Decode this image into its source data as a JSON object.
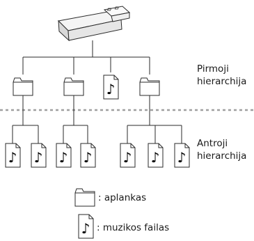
{
  "level_labels": {
    "first_line1": "Pirmoji",
    "first_line2": "hierarchija",
    "second_line1": "Antroji",
    "second_line2": "hierarchija"
  },
  "legend": {
    "folder_text": ": aplankas",
    "music_text": ": muzikos failas"
  },
  "tree": {
    "root": "usb-drive",
    "level1": [
      "folder",
      "folder",
      "music-file",
      "folder"
    ],
    "level2": {
      "folder_1": [
        "music-file",
        "music-file"
      ],
      "folder_2": [
        "music-file",
        "music-file"
      ],
      "folder_3": [
        "music-file",
        "music-file",
        "music-file"
      ]
    }
  },
  "colors": {
    "line": "#2a2a2a",
    "divider": "#a0a0a0",
    "usb_body": "#e8e8e8",
    "usb_plug": "#f2f2f2"
  }
}
